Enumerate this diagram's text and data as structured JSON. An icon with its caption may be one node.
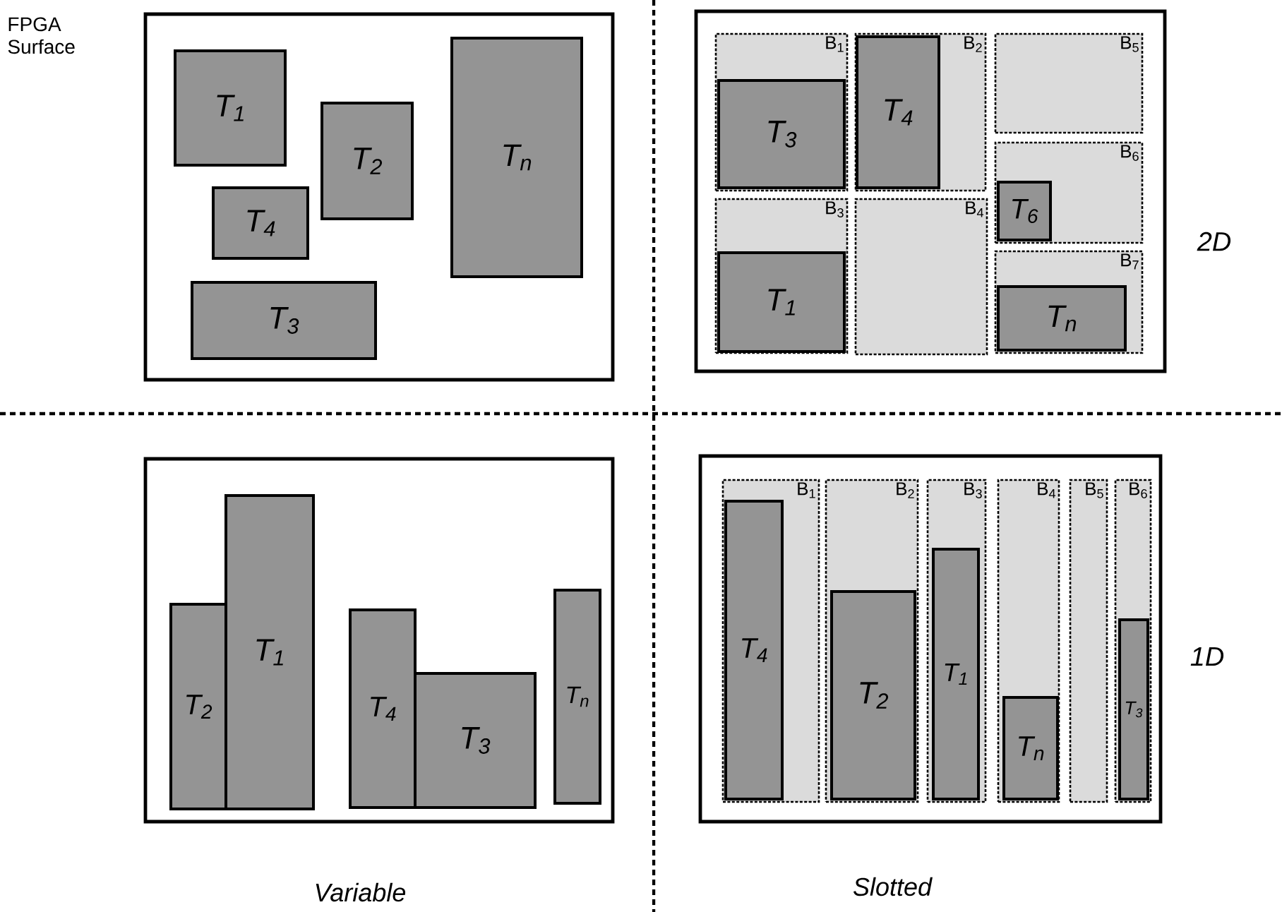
{
  "diagram": {
    "nodes": [
      {
        "text": [],
        "shape": "box"
      },
      {
        "text": [
          "T$_{1}$"
        ],
        "in": 0
      },
      {
        "text": [
          "T$_{2}$"
        ],
        "in": 0
      },
      {
        "text": [
          "T$_{n}$"
        ],
        "in": 0
      },
      {
        "text": [
          "T$_{4}$"
        ],
        "in": 0
      },
      {
        "text": [
          "T$_{3}$"
        ],
        "in": 0
      },
      {
        "text": [],
        "shape": "box"
      },
      {
        "text": [
          "B$_{1}$"
        ],
        "in": 6
      },
      {
        "text": [
          "T$_{3}$"
        ],
        "in": 7
      },
      {
        "text": [
          "B$_{2}$"
        ],
        "in": 6
      },
      {
        "text": [
          "T$_{4}$"
        ],
        "in": 9
      },
      {
        "text": [
          "B$_{5}$"
        ],
        "in": 6
      },
      {
        "text": [
          "B$_{3}$"
        ],
        "in": 6
      },
      {
        "text": [
          "T$_{1}$"
        ],
        "in": 12
      },
      {
        "text": [
          "B$_{4}$"
        ],
        "in": 6
      },
      {
        "text": [
          "B$_{6}$"
        ],
        "in": 6
      },
      {
        "text": [
          "T$_{6}$"
        ],
        "in": 15
      },
      {
        "text": [
          "B$_{7}$"
        ],
        "in": 6
      },
      {
        "text": [
          "T$_{n}$"
        ],
        "in": 17
      },
      {
        "text": [],
        "shape": "box"
      },
      {
        "text": [
          "T$_{2}$"
        ],
        "in": 19
      },
      {
        "text": [
          "T$_{1}$"
        ],
        "in": 19
      },
      {
        "text": [
          "T$_{4}$"
        ],
        "in": 19
      },
      {
        "text": [
          "T$_{3}$"
        ],
        "in": 19
      },
      {
        "text": [
          "T$_{n}$"
        ],
        "in": 19
      },
      {
        "text": [],
        "shape": "box"
      },
      {
        "text": [
          "B$_{1}$"
        ],
        "in": 25
      },
      {
        "text": [
          "T$_{4}$"
        ],
        "in": 26
      },
      {
        "text": [
          "B$_{2}$"
        ],
        "in": 25
      },
      {
        "text": [
          "T$_{2}$"
        ],
        "in": 28
      },
      {
        "text": [
          "B$_{3}$"
        ],
        "in": 25
      },
      {
        "text": [
          "T$_{1}$"
        ],
        "in": 30
      },
      {
        "text": [
          "B$_{4}$"
        ],
        "in": 25
      },
      {
        "text": [
          "T$_{n}$"
        ],
        "in": 32
      },
      {
        "text": [
          "B$_{5}$"
        ],
        "in": 25
      },
      {
        "text": [
          "B$_{6}$"
        ],
        "in": 25
      },
      {
        "text": [
          "T$_{3}$"
        ],
        "in": 35
      }
    ],
    "labels": [
      "FPGA Surface",
      "2D",
      "1D",
      "Variable",
      "Slotted"
    ]
  }
}
